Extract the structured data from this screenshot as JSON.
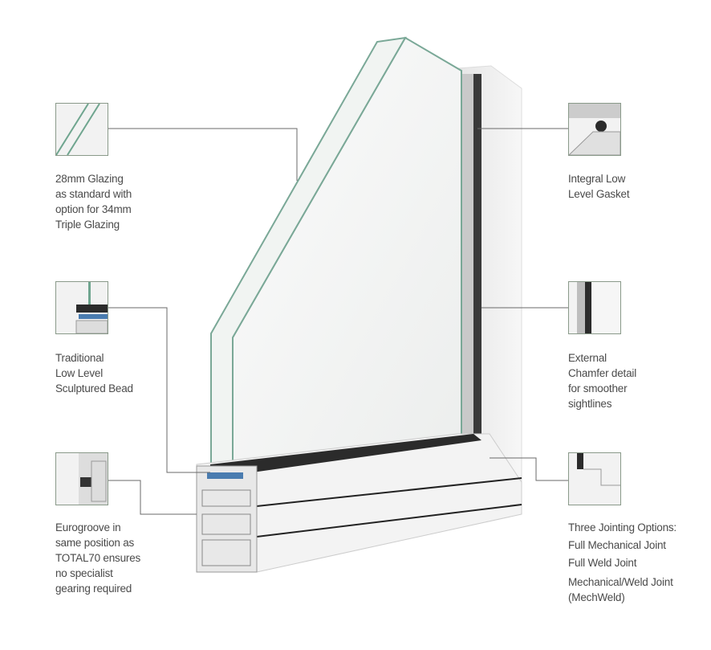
{
  "callouts": {
    "glazing": {
      "lines": [
        "28mm Glazing",
        "as standard with",
        "option for 34mm",
        "Triple Glazing"
      ],
      "icon": "glazing-detail-thumbnail"
    },
    "bead": {
      "lines": [
        "Traditional",
        "Low Level",
        "Sculptured Bead"
      ],
      "icon": "bead-detail-thumbnail"
    },
    "eurogroove": {
      "lines": [
        "Eurogroove in",
        "same position as",
        "TOTAL70 ensures",
        "no specialist",
        "gearing required"
      ],
      "icon": "eurogroove-detail-thumbnail"
    },
    "gasket": {
      "lines": [
        "Integral Low",
        "Level Gasket"
      ],
      "icon": "gasket-detail-thumbnail"
    },
    "chamfer": {
      "lines": [
        "External",
        "Chamfer detail",
        "for smoother",
        "sightlines"
      ],
      "icon": "chamfer-detail-thumbnail"
    },
    "jointing": {
      "lines": [
        "Three Jointing Options:",
        "Full Mechanical Joint",
        "Full Weld Joint",
        "Mechanical/Weld Joint",
        "(MechWeld)"
      ],
      "icon": "joint-detail-thumbnail"
    }
  },
  "colors": {
    "glass_edge": "#6fa58f",
    "frame": "#f4f4f4",
    "gasket": "#2b2b2b",
    "leader": "#6a6a6a"
  }
}
